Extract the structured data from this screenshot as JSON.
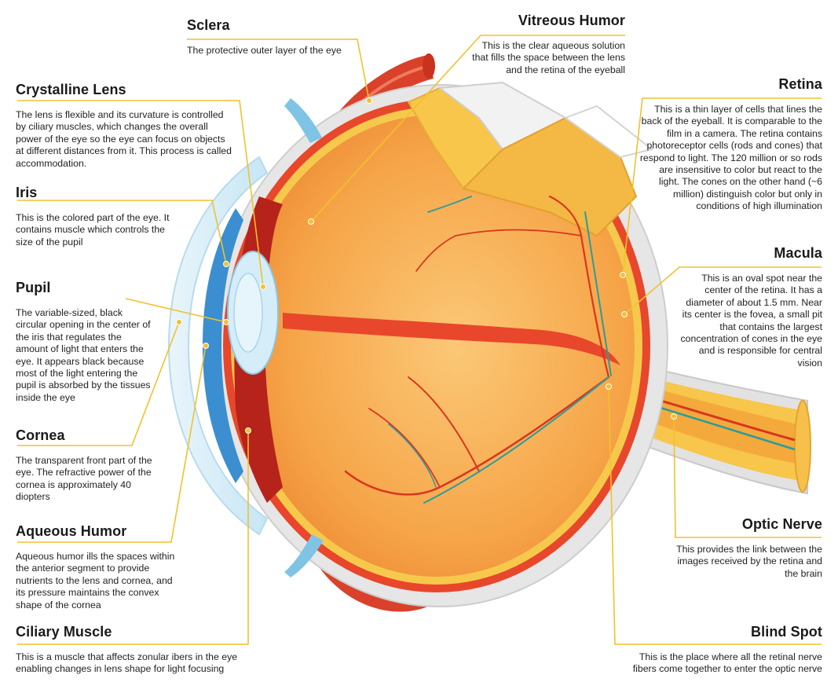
{
  "colors": {
    "leader": "#f2c12e",
    "sclera": "#e4e4e4",
    "vitreous": "#f7a94b",
    "choroid": "#e8472b",
    "retina": "#f6c94d",
    "vessel_red": "#d8361f",
    "vessel_teal": "#2a9d9a",
    "cornea": "#cfe9f5",
    "iris": "#3b8fd0"
  },
  "labels": {
    "sclera": {
      "title": "Sclera",
      "desc": "The protective outer layer of the eye"
    },
    "vitreous_humor": {
      "title": "Vitreous Humor",
      "desc": "This is the clear aqueous solution that fills the space between the lens and the retina of the eyeball"
    },
    "crystalline_lens": {
      "title": "Crystalline Lens",
      "desc": "The lens is flexible and its curvature is controlled by ciliary muscles, which changes the overall power of the eye so the eye can focus on objects at different distances from it. This process is called accommodation."
    },
    "retina": {
      "title": "Retina",
      "desc": "This is a thin layer of cells that lines the back of the eyeball. It is comparable to the film in a camera. The retina contains photoreceptor cells (rods and cones) that respond to light. The 120 million or so rods are insensitive to color but react to the light. The cones on the other hand (~6 million) distinguish color but only in conditions of high illumination"
    },
    "iris": {
      "title": "Iris",
      "desc": "This is the colored part of the eye. It contains muscle which controls the size of the pupil"
    },
    "macula": {
      "title": "Macula",
      "desc": "This is an oval spot near the center of the retina. It has a diameter of about 1.5 mm. Near its center is the fovea, a small pit that contains the largest concentration of cones in the eye and is responsible for central vision"
    },
    "pupil": {
      "title": "Pupil",
      "desc": "The variable-sized, black circular opening in the center of the iris that regulates the amount of light that enters the eye. It appears black because most of the light entering the pupil is absorbed by the tissues inside the eye"
    },
    "cornea": {
      "title": "Cornea",
      "desc": "The transparent front part of the eye. The refractive power of the cornea is approximately 40 diopters"
    },
    "optic_nerve": {
      "title": "Optic Nerve",
      "desc": "This provides the link between the images received by the retina and the brain"
    },
    "aqueous_humor": {
      "title": "Aqueous Humor",
      "desc": "Aqueous humor   ills the spaces within the anterior segment to provide nutrients to the lens and cornea, and its pressure maintains the convex shape of the cornea"
    },
    "ciliary_muscle": {
      "title": "Ciliary Muscle",
      "desc": "This is a muscle that affects zonular   ibers in the eye enabling changes in lens shape for light focusing"
    },
    "blind_spot": {
      "title": "Blind Spot",
      "desc": "This is the place where all the retinal nerve fibers come together to enter the optic nerve"
    }
  }
}
